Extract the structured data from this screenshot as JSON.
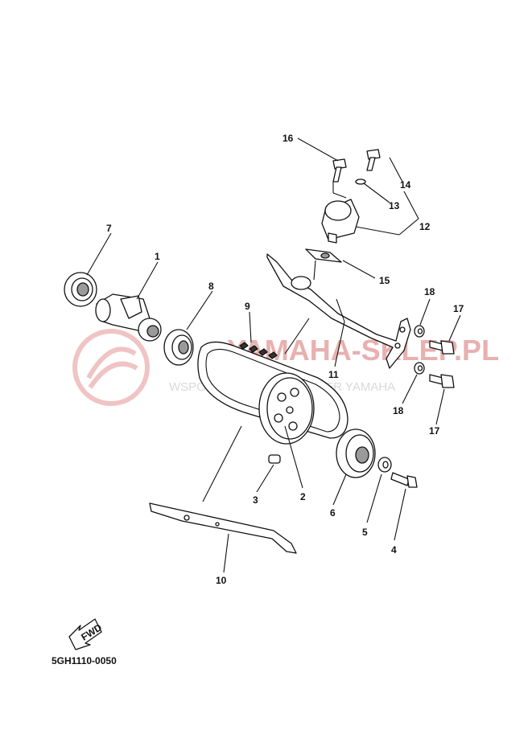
{
  "diagram": {
    "code": "5GH1110-0050",
    "fwd_label": "FWD",
    "watermark": {
      "brand": "YAMAHA-SKLEP.PL",
      "sub": "WSPÓŁCIECHOWSKI DEALER YAMAHA"
    },
    "labels": [
      {
        "id": "1",
        "text": "1"
      },
      {
        "id": "2",
        "text": "2"
      },
      {
        "id": "3",
        "text": "3"
      },
      {
        "id": "4",
        "text": "4"
      },
      {
        "id": "5",
        "text": "5"
      },
      {
        "id": "6",
        "text": "6"
      },
      {
        "id": "7",
        "text": "7"
      },
      {
        "id": "8",
        "text": "8"
      },
      {
        "id": "9",
        "text": "9"
      },
      {
        "id": "10",
        "text": "10"
      },
      {
        "id": "11",
        "text": "11"
      },
      {
        "id": "12",
        "text": "12"
      },
      {
        "id": "13",
        "text": "13"
      },
      {
        "id": "14",
        "text": "14"
      },
      {
        "id": "15",
        "text": "15"
      },
      {
        "id": "16",
        "text": "16"
      },
      {
        "id": "17a",
        "text": "17"
      },
      {
        "id": "17b",
        "text": "17"
      },
      {
        "id": "18a",
        "text": "18"
      },
      {
        "id": "18b",
        "text": "18"
      }
    ]
  }
}
